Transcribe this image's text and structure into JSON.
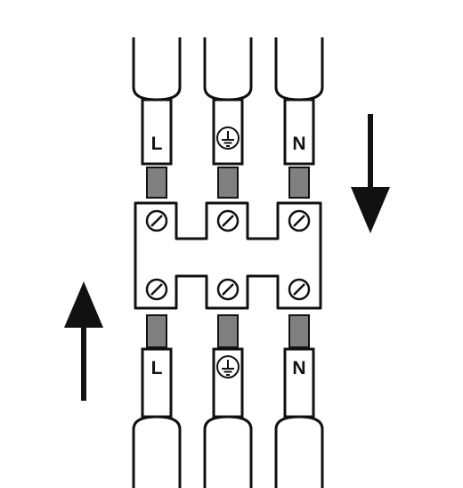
{
  "colors": {
    "background": "#ffffff",
    "line": "#111111",
    "insulation_fill": "#ffffff",
    "conductor": "#808080"
  },
  "wires": {
    "top": [
      {
        "label": "L",
        "symbol": "text"
      },
      {
        "label": "",
        "symbol": "earth-icon"
      },
      {
        "label": "N",
        "symbol": "text"
      }
    ],
    "bottom": [
      {
        "label": "L",
        "symbol": "text"
      },
      {
        "label": "",
        "symbol": "earth-icon"
      },
      {
        "label": "N",
        "symbol": "text"
      }
    ]
  },
  "terminal_block": {
    "screws_per_row": 3,
    "rows": 2,
    "screw_icon": "screw-icon"
  },
  "arrows": [
    {
      "direction": "down",
      "icon": "arrow-down-icon"
    },
    {
      "direction": "up",
      "icon": "arrow-up-icon"
    }
  ]
}
